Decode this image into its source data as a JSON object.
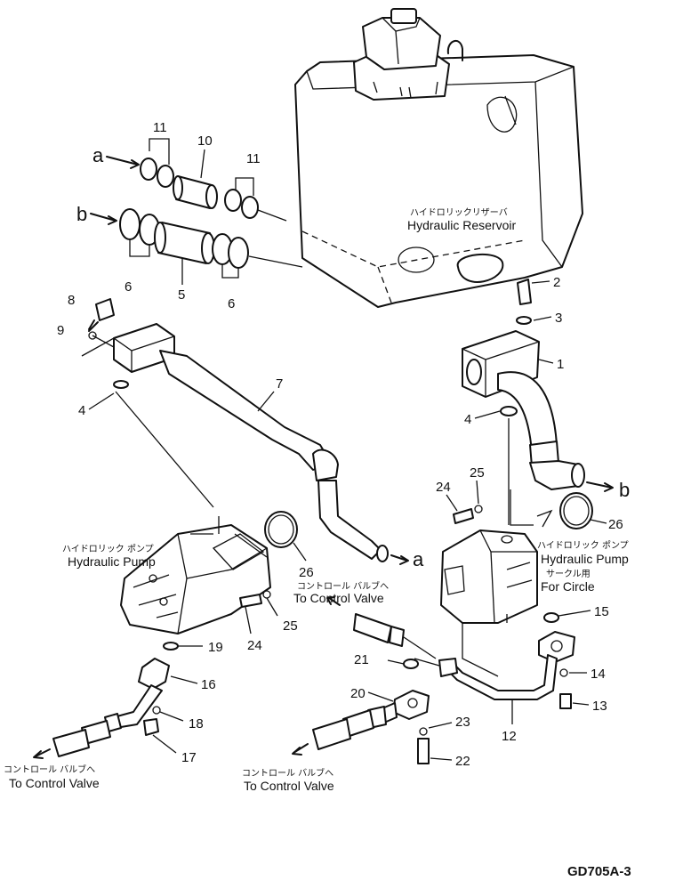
{
  "drawing_code": "GD705A-3",
  "connection_marks": {
    "a": "a",
    "b": "b"
  },
  "part_numbers": {
    "p1": "1",
    "p2": "2",
    "p3": "3",
    "p4a": "4",
    "p4b": "4",
    "p5": "5",
    "p6a": "6",
    "p6b": "6",
    "p7": "7",
    "p8": "8",
    "p9": "9",
    "p10": "10",
    "p11a": "11",
    "p11b": "11",
    "p12": "12",
    "p13": "13",
    "p14": "14",
    "p15": "15",
    "p16": "16",
    "p17": "17",
    "p18": "18",
    "p19": "19",
    "p20": "20",
    "p21": "21",
    "p22": "22",
    "p23": "23",
    "p24a": "24",
    "p24b": "24",
    "p25a": "25",
    "p25b": "25",
    "p26a": "26",
    "p26b": "26"
  },
  "labels": {
    "reservoir_jp": "ハイドロリックリザーバ",
    "reservoir_en": "Hydraulic Reservoir",
    "pump_left_jp": "ハイドロリック ポンプ",
    "pump_left_en": "Hydraulic Pump",
    "pump_right_jp": "ハイドロリック ポンプ",
    "pump_right_en": "Hydraulic Pump",
    "circle_jp": "サークル用",
    "circle_en": "For Circle",
    "control_valve_mid_jp": "コントロール バルブへ",
    "control_valve_mid_en": "To Control Valve",
    "control_valve_left_jp": "コントロール バルブへ",
    "control_valve_left_en": "To Control Valve",
    "control_valve_center_jp": "コントロール バルブへ",
    "control_valve_center_en": "To Control Valve"
  }
}
